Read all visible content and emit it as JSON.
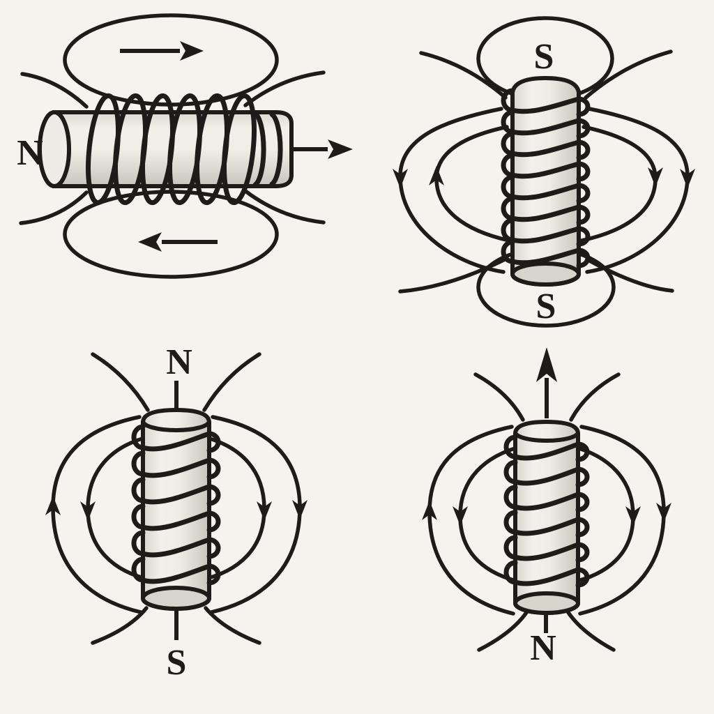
{
  "colors": {
    "background": "#f5f3ee",
    "ink": "#1e1c19",
    "cylinder_light": "#f2f0ea",
    "cylinder_dark": "#c9c6bf"
  },
  "panels": [
    {
      "name": "horizontal-solenoid-field-diagram",
      "position": "top-left",
      "labels": {
        "pole_left": "N"
      },
      "arrows": [
        "field-arrow-right-above-coil",
        "field-arrow-left-below-coil",
        "axis-arrow-right-at-right-end"
      ]
    },
    {
      "name": "vertical-solenoid-field-diagram",
      "position": "top-right",
      "labels": {
        "pole_top": "S",
        "pole_bottom": "S"
      },
      "arrows": [
        "outer-left-down",
        "inner-left-up",
        "inner-right-down",
        "outer-right-down"
      ]
    },
    {
      "name": "vertical-solenoid-field-diagram",
      "position": "bottom-left",
      "labels": {
        "pole_top": "N",
        "pole_bottom": "S"
      },
      "arrows": [
        "outer-left-up",
        "inner-left-down",
        "inner-right-down",
        "outer-right-down"
      ]
    },
    {
      "name": "vertical-solenoid-field-diagram",
      "position": "bottom-right",
      "labels": {
        "pole_bottom": "N"
      },
      "arrows": [
        "axis-arrow-up-at-top",
        "outer-left-up",
        "inner-left-down",
        "inner-right-down",
        "outer-right-down"
      ]
    }
  ]
}
